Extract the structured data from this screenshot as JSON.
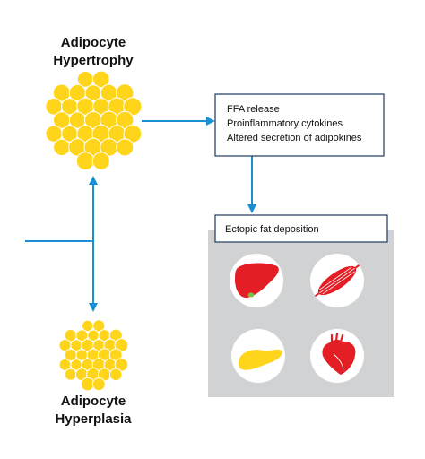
{
  "hypertrophy": {
    "title_line1": "Adipocyte",
    "title_line2": "Hypertrophy"
  },
  "hyperplasia": {
    "title_line1": "Adipocyte",
    "title_line2": "Hyperplasia"
  },
  "effects_box": {
    "lines": [
      "FFA release",
      "Proinflammatory cytokines",
      "Altered secretion of adipokines"
    ]
  },
  "ectopic_panel": {
    "label": "Ectopic fat deposition",
    "organs": [
      {
        "name": "liver",
        "icon": "liver-icon"
      },
      {
        "name": "muscle",
        "icon": "muscle-icon"
      },
      {
        "name": "pancreas",
        "icon": "pancreas-icon"
      },
      {
        "name": "heart",
        "icon": "heart-icon"
      }
    ]
  },
  "colors": {
    "arrow": "#1a8fd1",
    "box_border": "#1e3a5f",
    "fat_cell": "#ffd51c",
    "fat_cell_stroke": "#ffffff",
    "panel_bg": "#d0d2d3",
    "organ_red": "#e31e25",
    "pancreas": "#ffd51c",
    "liver_spot": "#7ac143"
  }
}
